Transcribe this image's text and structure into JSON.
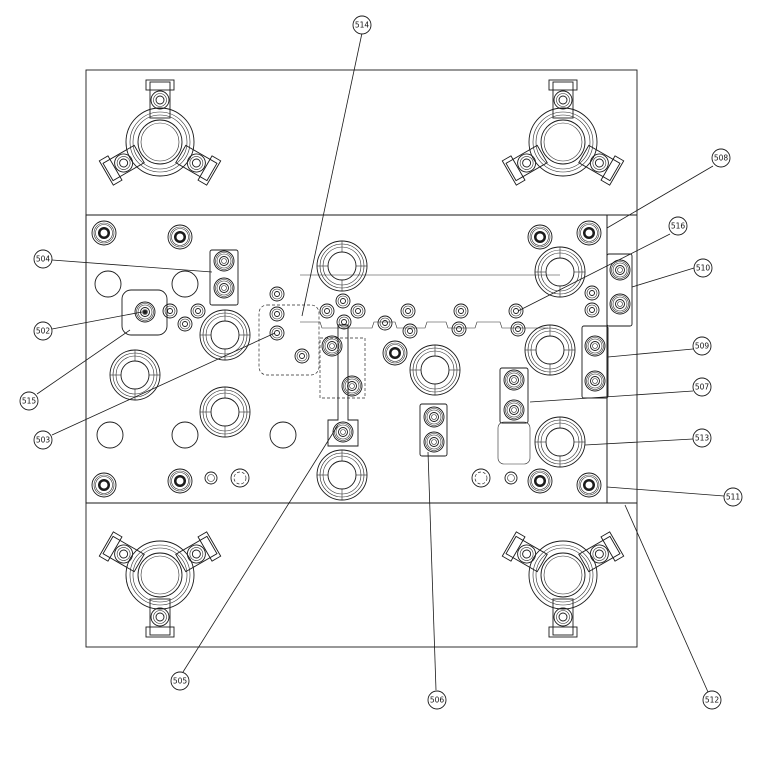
{
  "drawing": {
    "title": "Mold plate assembly – balloon callouts",
    "line_color": "#1a1a1a",
    "background": "#ffffff",
    "callouts": [
      {
        "id": "c514",
        "label": "514"
      },
      {
        "id": "c508",
        "label": "508"
      },
      {
        "id": "c516",
        "label": "516"
      },
      {
        "id": "c504",
        "label": "504"
      },
      {
        "id": "c510",
        "label": "510"
      },
      {
        "id": "c502",
        "label": "502"
      },
      {
        "id": "c509",
        "label": "509"
      },
      {
        "id": "c515",
        "label": "515"
      },
      {
        "id": "c507",
        "label": "507"
      },
      {
        "id": "c503",
        "label": "503"
      },
      {
        "id": "c513",
        "label": "513"
      },
      {
        "id": "c511",
        "label": "511"
      },
      {
        "id": "c505",
        "label": "505"
      },
      {
        "id": "c506",
        "label": "506"
      },
      {
        "id": "c512",
        "label": "512"
      }
    ]
  }
}
